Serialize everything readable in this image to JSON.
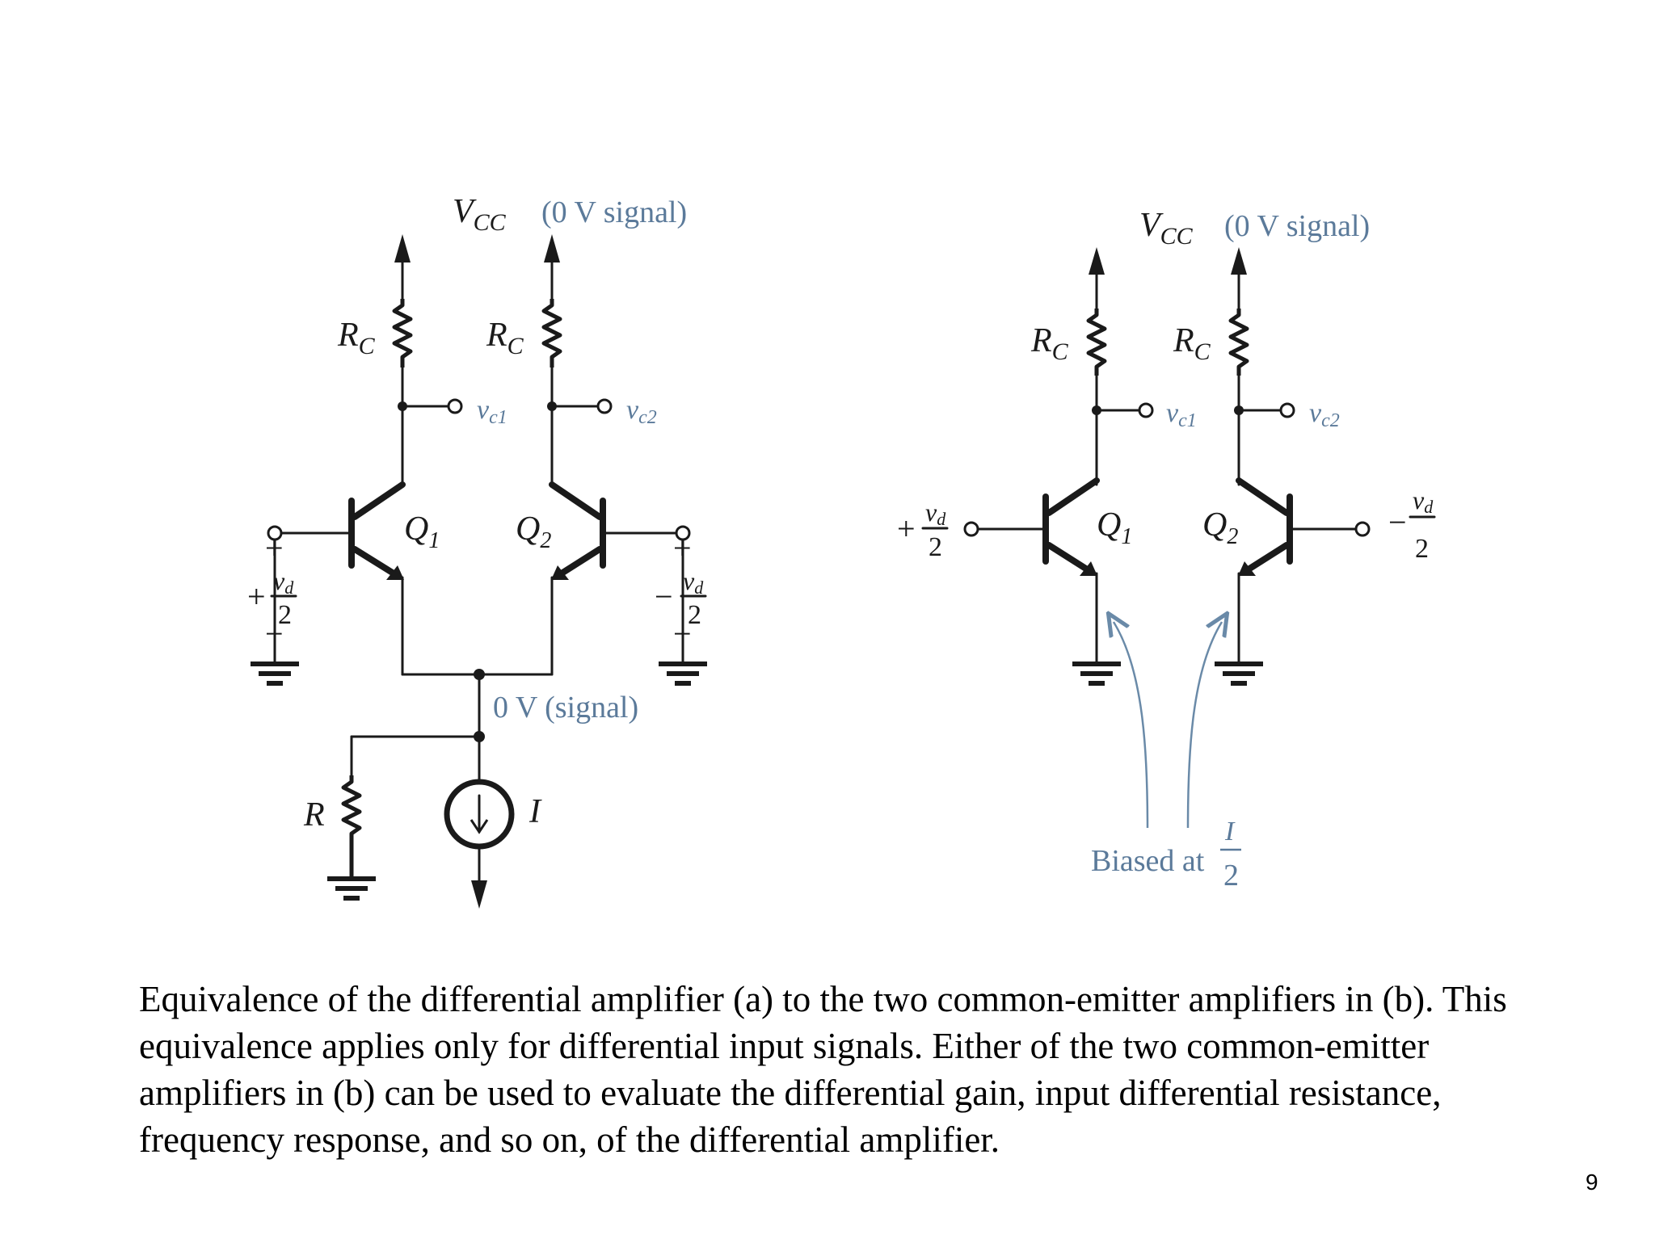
{
  "circuit_a": {
    "vcc_label": "V",
    "vcc_sub": "CC",
    "signal_note": "(0 V signal)",
    "rc_label": "R",
    "rc_sub": "C",
    "vc1_label": "v",
    "vc1_sub": "c1",
    "vc2_label": "v",
    "vc2_sub": "c2",
    "q1_label": "Q",
    "q1_sub": "1",
    "q2_label": "Q",
    "q2_sub": "2",
    "plus": "+",
    "minus": "−",
    "vd_num": "v",
    "vd_num_sub": "d",
    "vd_den": "2",
    "node_note": "0 V (signal)",
    "r_label": "R",
    "i_label": "I"
  },
  "circuit_b": {
    "vcc_label": "V",
    "vcc_sub": "CC",
    "signal_note": "(0 V signal)",
    "rc_label": "R",
    "rc_sub": "C",
    "vc1_label": "v",
    "vc1_sub": "c1",
    "vc2_label": "v",
    "vc2_sub": "c2",
    "q1_label": "Q",
    "q1_sub": "1",
    "q2_label": "Q",
    "q2_sub": "2",
    "plus": "+",
    "minus": "−",
    "vd_num": "v",
    "vd_num_sub": "d",
    "vd_den": "2",
    "biased_text": "Biased at",
    "biased_num": "I",
    "biased_den": "2"
  },
  "caption": "Equivalence of the differential amplifier  (a) to the two common-emitter amplifiers in (b).  This equivalence applies only for differential input signals.  Either of the two common-emitter amplifiers in (b) can be used to evaluate the differential gain, input differential resistance, frequency response, and so on, of the differential amplifier.",
  "page_number": "9"
}
